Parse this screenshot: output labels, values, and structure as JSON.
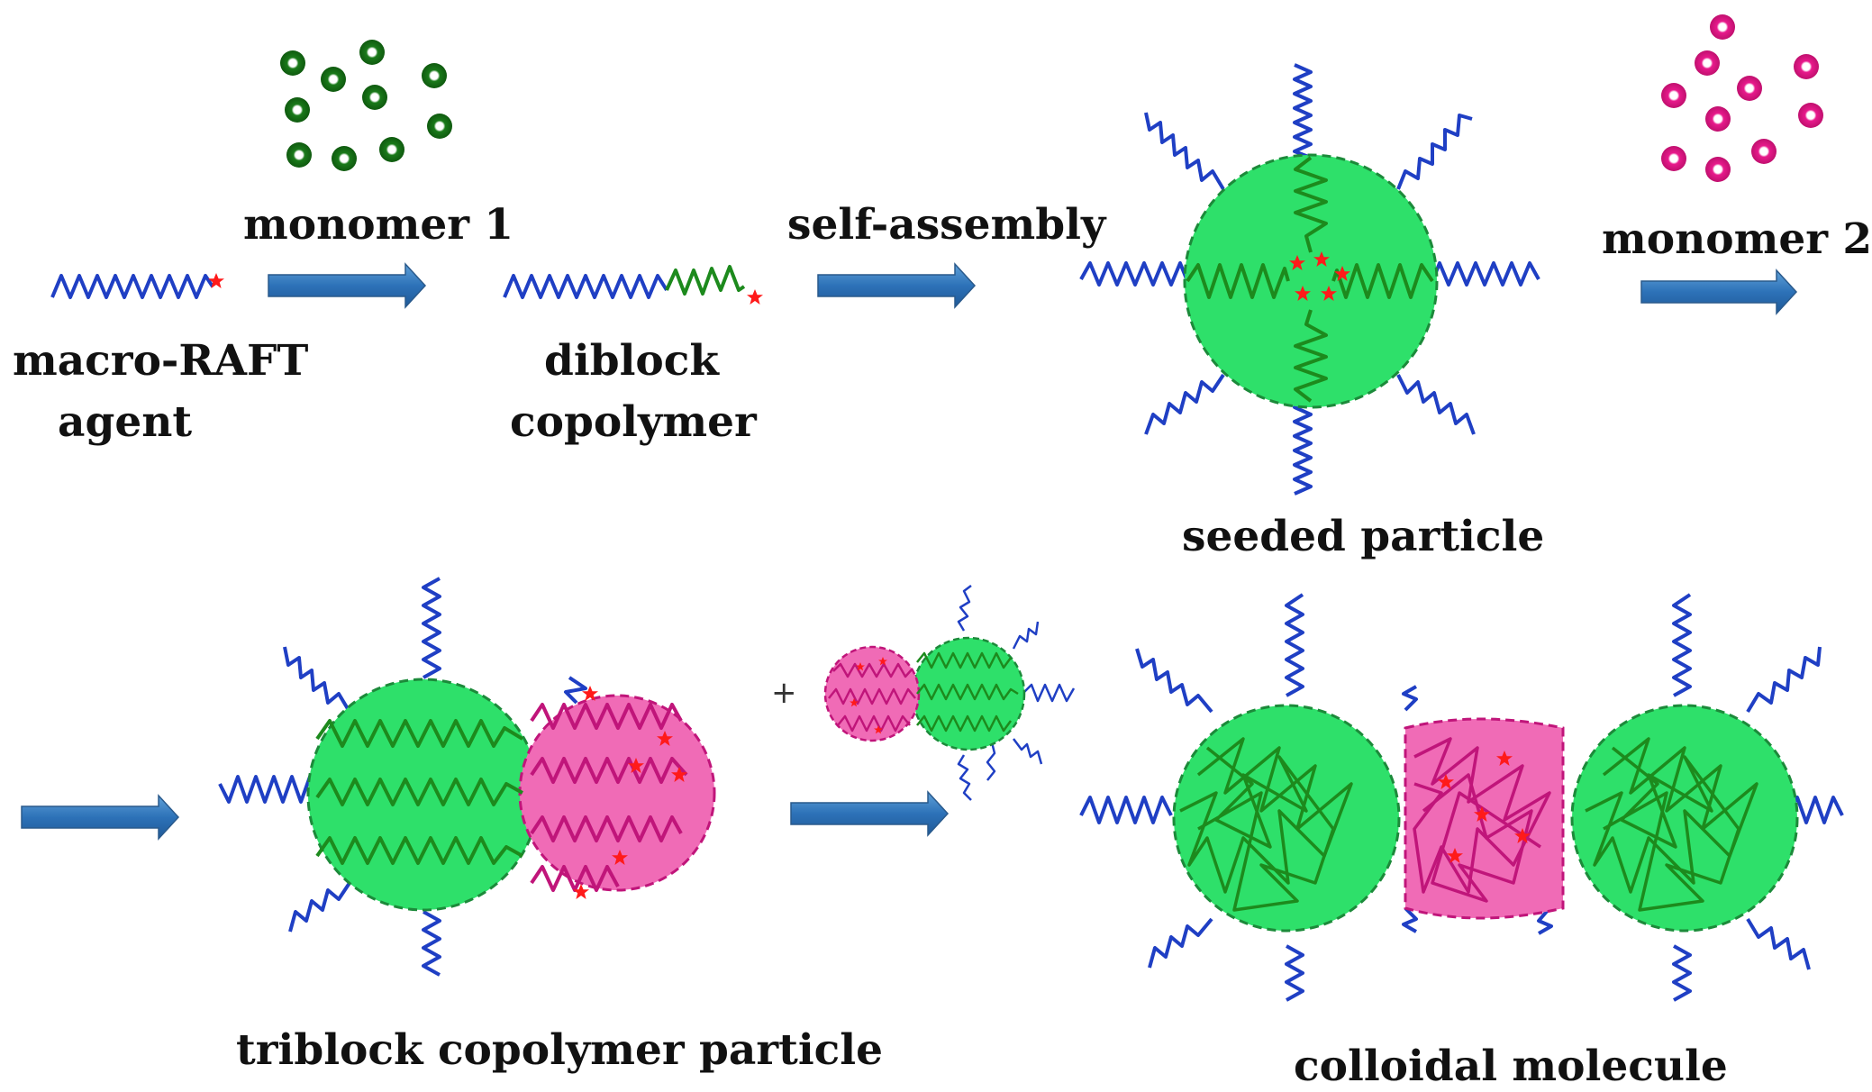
{
  "labels": {
    "monomer1": "monomer 1",
    "macro_raft_line1": "macro-RAFT",
    "macro_raft_line2": "agent",
    "diblock_line1": "diblock",
    "diblock_line2": "copolymer",
    "self_assembly": "self-assembly",
    "seeded_particle": "seeded particle",
    "monomer2": "monomer 2",
    "triblock_particle": "triblock copolymer particle",
    "colloidal_molecule": "colloidal molecule",
    "plus": "+"
  },
  "colors": {
    "blue_chain": "#1f3fc4",
    "green_chain": "#1d8a1d",
    "magenta_chain": "#c0157a",
    "green_particle": "#2ee06a",
    "pink_particle": "#f06bb6",
    "monomer1_dot": "#1a7a1a",
    "monomer2_dot": "#e81a8c",
    "arrow": "#2d72b8",
    "star": "#ff1a1a"
  }
}
